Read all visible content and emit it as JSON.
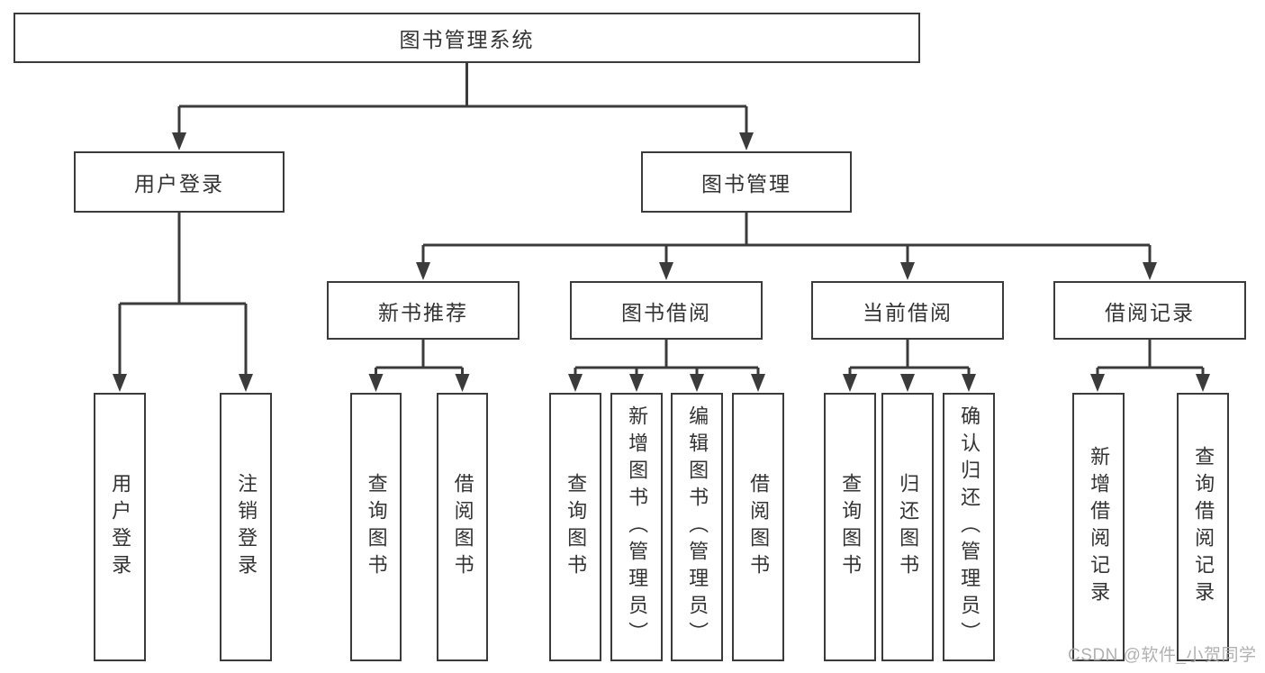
{
  "diagram": {
    "watermark": "CSDN @软件_小贺同学",
    "style": {
      "line_color": "#3b3b3b",
      "box_fill": "#ffffff",
      "text_color": "#333333",
      "watermark_color": "#ababab"
    },
    "tree": {
      "label": "图书管理系统",
      "children": [
        {
          "label": "用户登录",
          "children": [
            {
              "label": "用户登录"
            },
            {
              "label": "注销登录"
            }
          ]
        },
        {
          "label": "图书管理",
          "children": [
            {
              "label": "新书推荐",
              "children": [
                {
                  "label": "查询图书"
                },
                {
                  "label": "借阅图书"
                }
              ]
            },
            {
              "label": "图书借阅",
              "children": [
                {
                  "label": "查询图书"
                },
                {
                  "label": "新增图书（管理员）"
                },
                {
                  "label": "编辑图书（管理员）"
                },
                {
                  "label": "借阅图书"
                }
              ]
            },
            {
              "label": "当前借阅",
              "children": [
                {
                  "label": "查询图书"
                },
                {
                  "label": "归还图书"
                },
                {
                  "label": "确认归还（管理员）"
                }
              ]
            },
            {
              "label": "借阅记录",
              "children": [
                {
                  "label": "新增借阅记录"
                },
                {
                  "label": "查询借阅记录"
                }
              ]
            }
          ]
        }
      ]
    }
  }
}
